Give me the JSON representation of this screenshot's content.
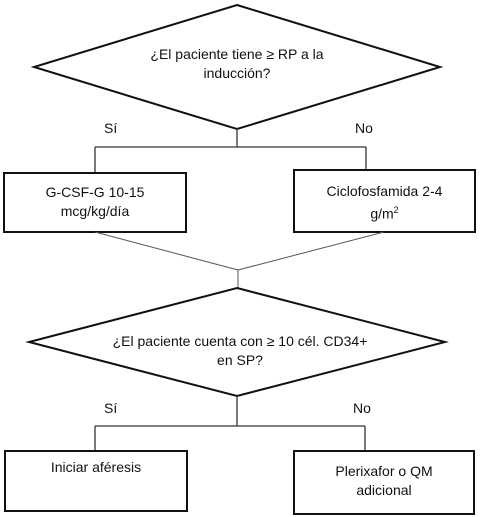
{
  "decision1": {
    "line1": "¿El paciente tiene  ≥ RP a la",
    "line2": "inducción?"
  },
  "branch1": {
    "yes": "Sí",
    "no": "No"
  },
  "box_left1": {
    "line1": "G-CSF-G 10-15",
    "line2": "mcg/kg/día"
  },
  "box_right1": {
    "line1": "Ciclofosfamida 2-4",
    "line2_main": "g/m",
    "line2_sup": "2"
  },
  "decision2": {
    "line1": "¿El paciente cuenta con ≥ 10 cél. CD34+",
    "line2": "en SP?"
  },
  "branch2": {
    "yes": "Sí",
    "no": "No"
  },
  "box_left2": {
    "line1": "Iniciar aféresis"
  },
  "box_right2": {
    "line1": "Plerixafor o QM",
    "line2": "adicional"
  },
  "colors": {
    "stroke": "#111111",
    "connector": "#333333",
    "fill": "#ffffff",
    "text": "#111111"
  }
}
